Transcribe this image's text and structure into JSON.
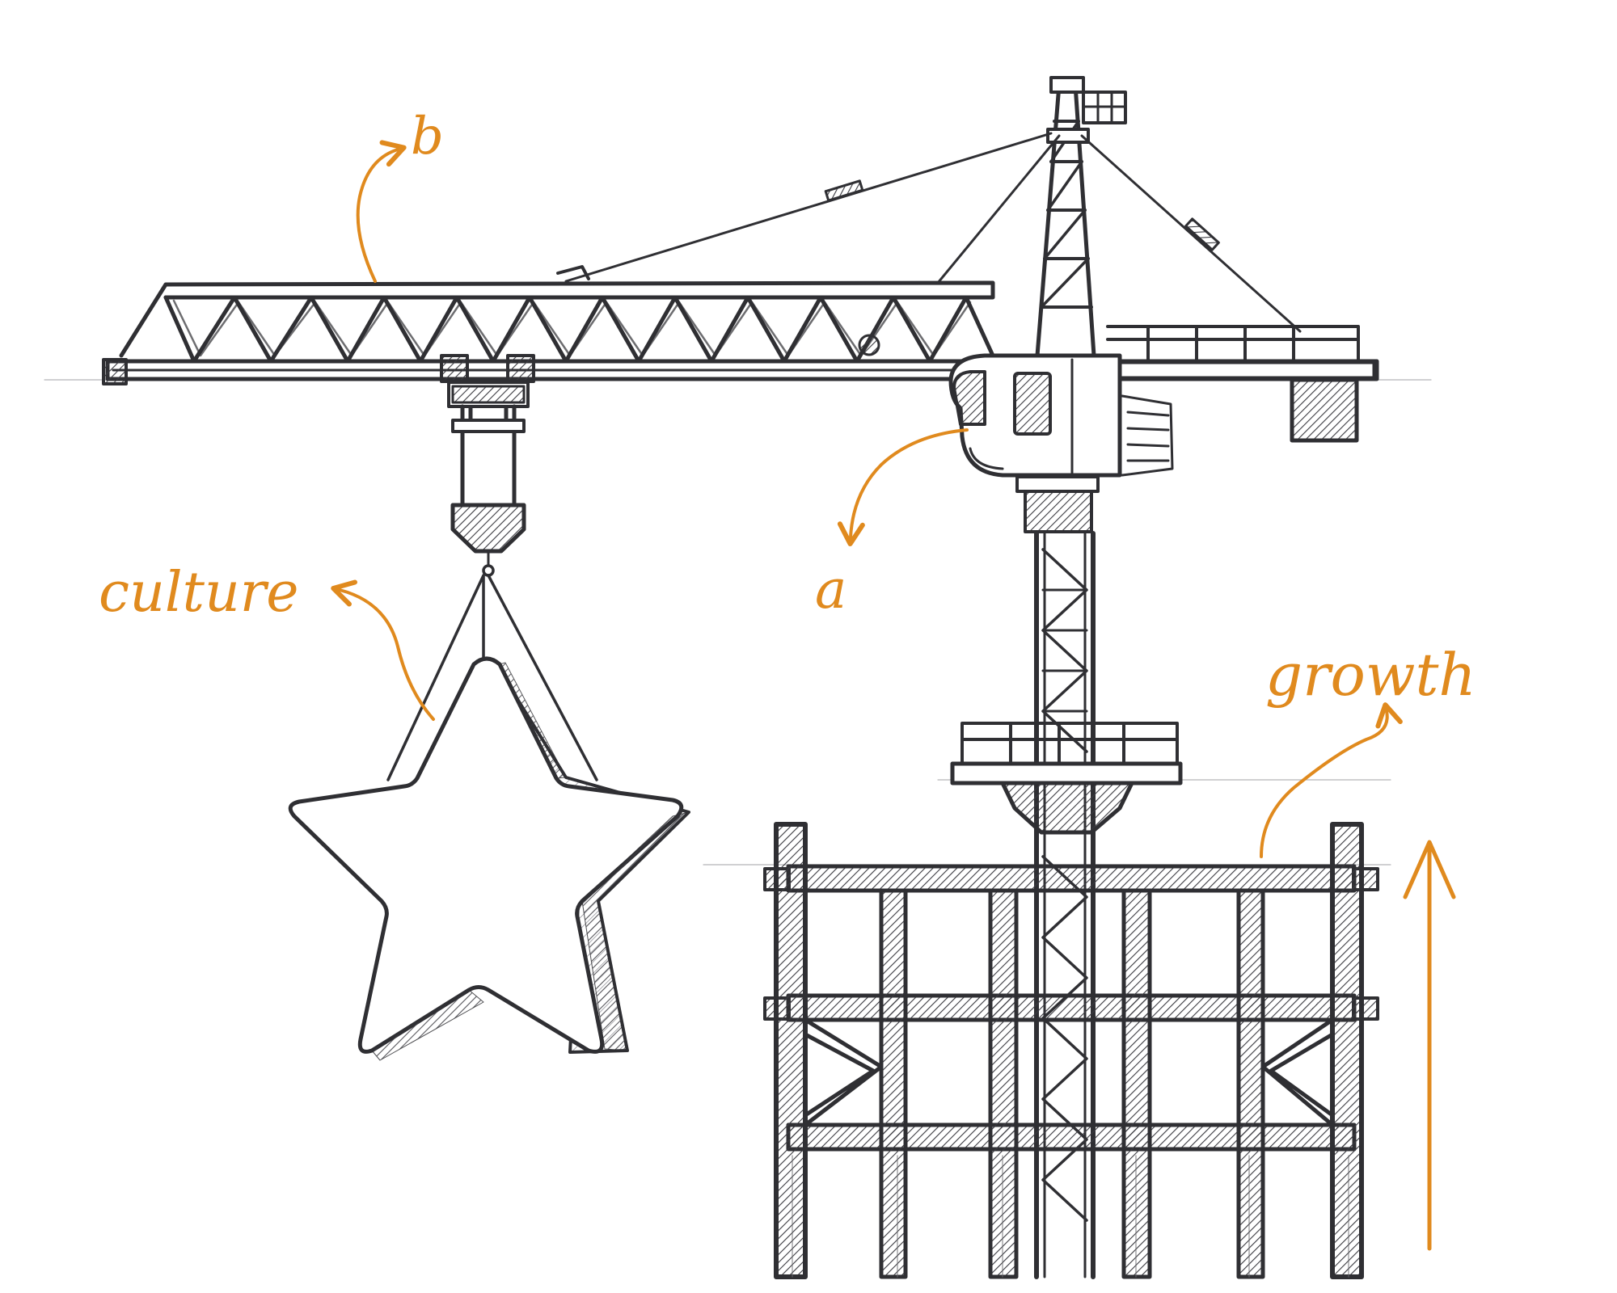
{
  "annotations": {
    "culture": "culture",
    "growth": "growth",
    "a": "a",
    "b": "b"
  },
  "colors": {
    "ink": "#2f2f33",
    "accent": "#e08a1e",
    "background": "#ffffff"
  },
  "objects": {
    "crane": "tower-crane-icon",
    "cargo": "star-icon",
    "scaffold": "scaffold-icon",
    "growth_arrow": "up-arrow-icon"
  }
}
